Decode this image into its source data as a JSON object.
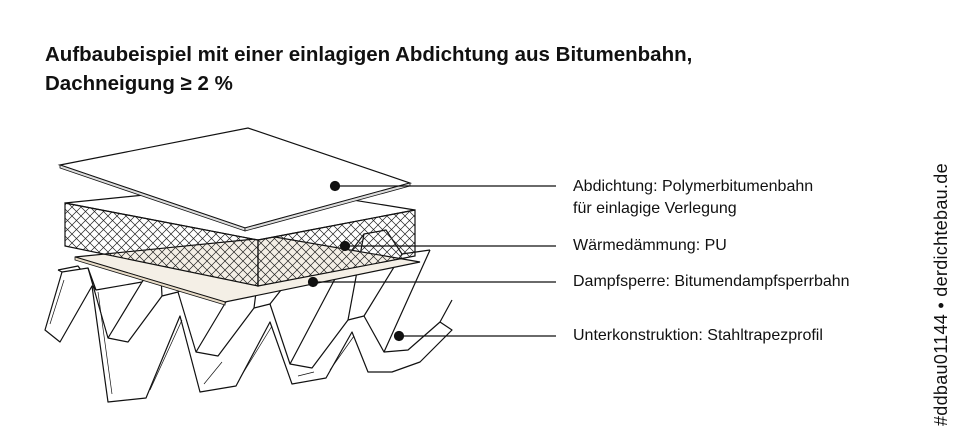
{
  "title": {
    "line1": "Aufbaubeispiel mit einer einlagigen Abdichtung aus Bitumenbahn,",
    "line2": "Dachneigung ≥ 2 %"
  },
  "layers": [
    {
      "id": "abdichtung",
      "line1": "Abdichtung: Polymerbitumenbahn",
      "line2": "für einlagige Verlegung"
    },
    {
      "id": "waermedaemmung",
      "line1": "Wärmedämmung: PU"
    },
    {
      "id": "dampfsperre",
      "line1": "Dampfsperre: Bitumendampfsperrbahn"
    },
    {
      "id": "unterkonstruktion",
      "line1": "Unterkonstruktion: Stahltrapezprofil"
    }
  ],
  "watermark": "#ddbau01144 • derdichtebau.de",
  "colors": {
    "text": "#111111",
    "line": "#111111",
    "membrane": "#ffffff",
    "vapor_barrier": "#f4efe6",
    "steel": "#ffffff"
  }
}
